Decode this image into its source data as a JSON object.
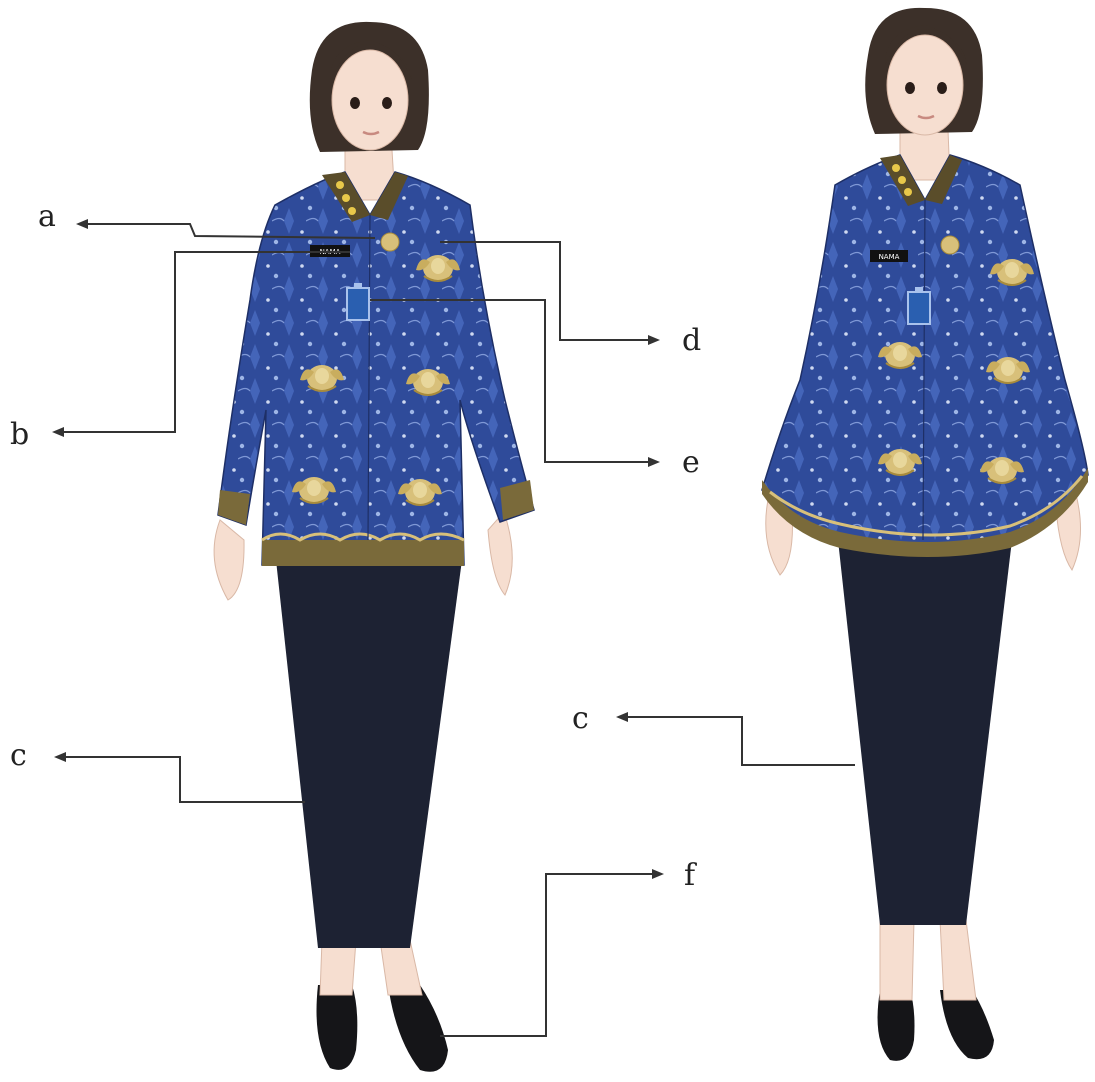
{
  "labels": {
    "a": "a",
    "b": "b",
    "c_left": "c",
    "c_right": "c",
    "d": "d",
    "e": "e",
    "f": "f"
  },
  "badges": {
    "name_left": "NAMA",
    "name_right": "NAMA"
  },
  "colors": {
    "shirt": "#2f4b9a",
    "motif": "#d8c07a",
    "skirt": "#1d2233",
    "hair": "#3c3029",
    "skin": "#f6ded0"
  }
}
